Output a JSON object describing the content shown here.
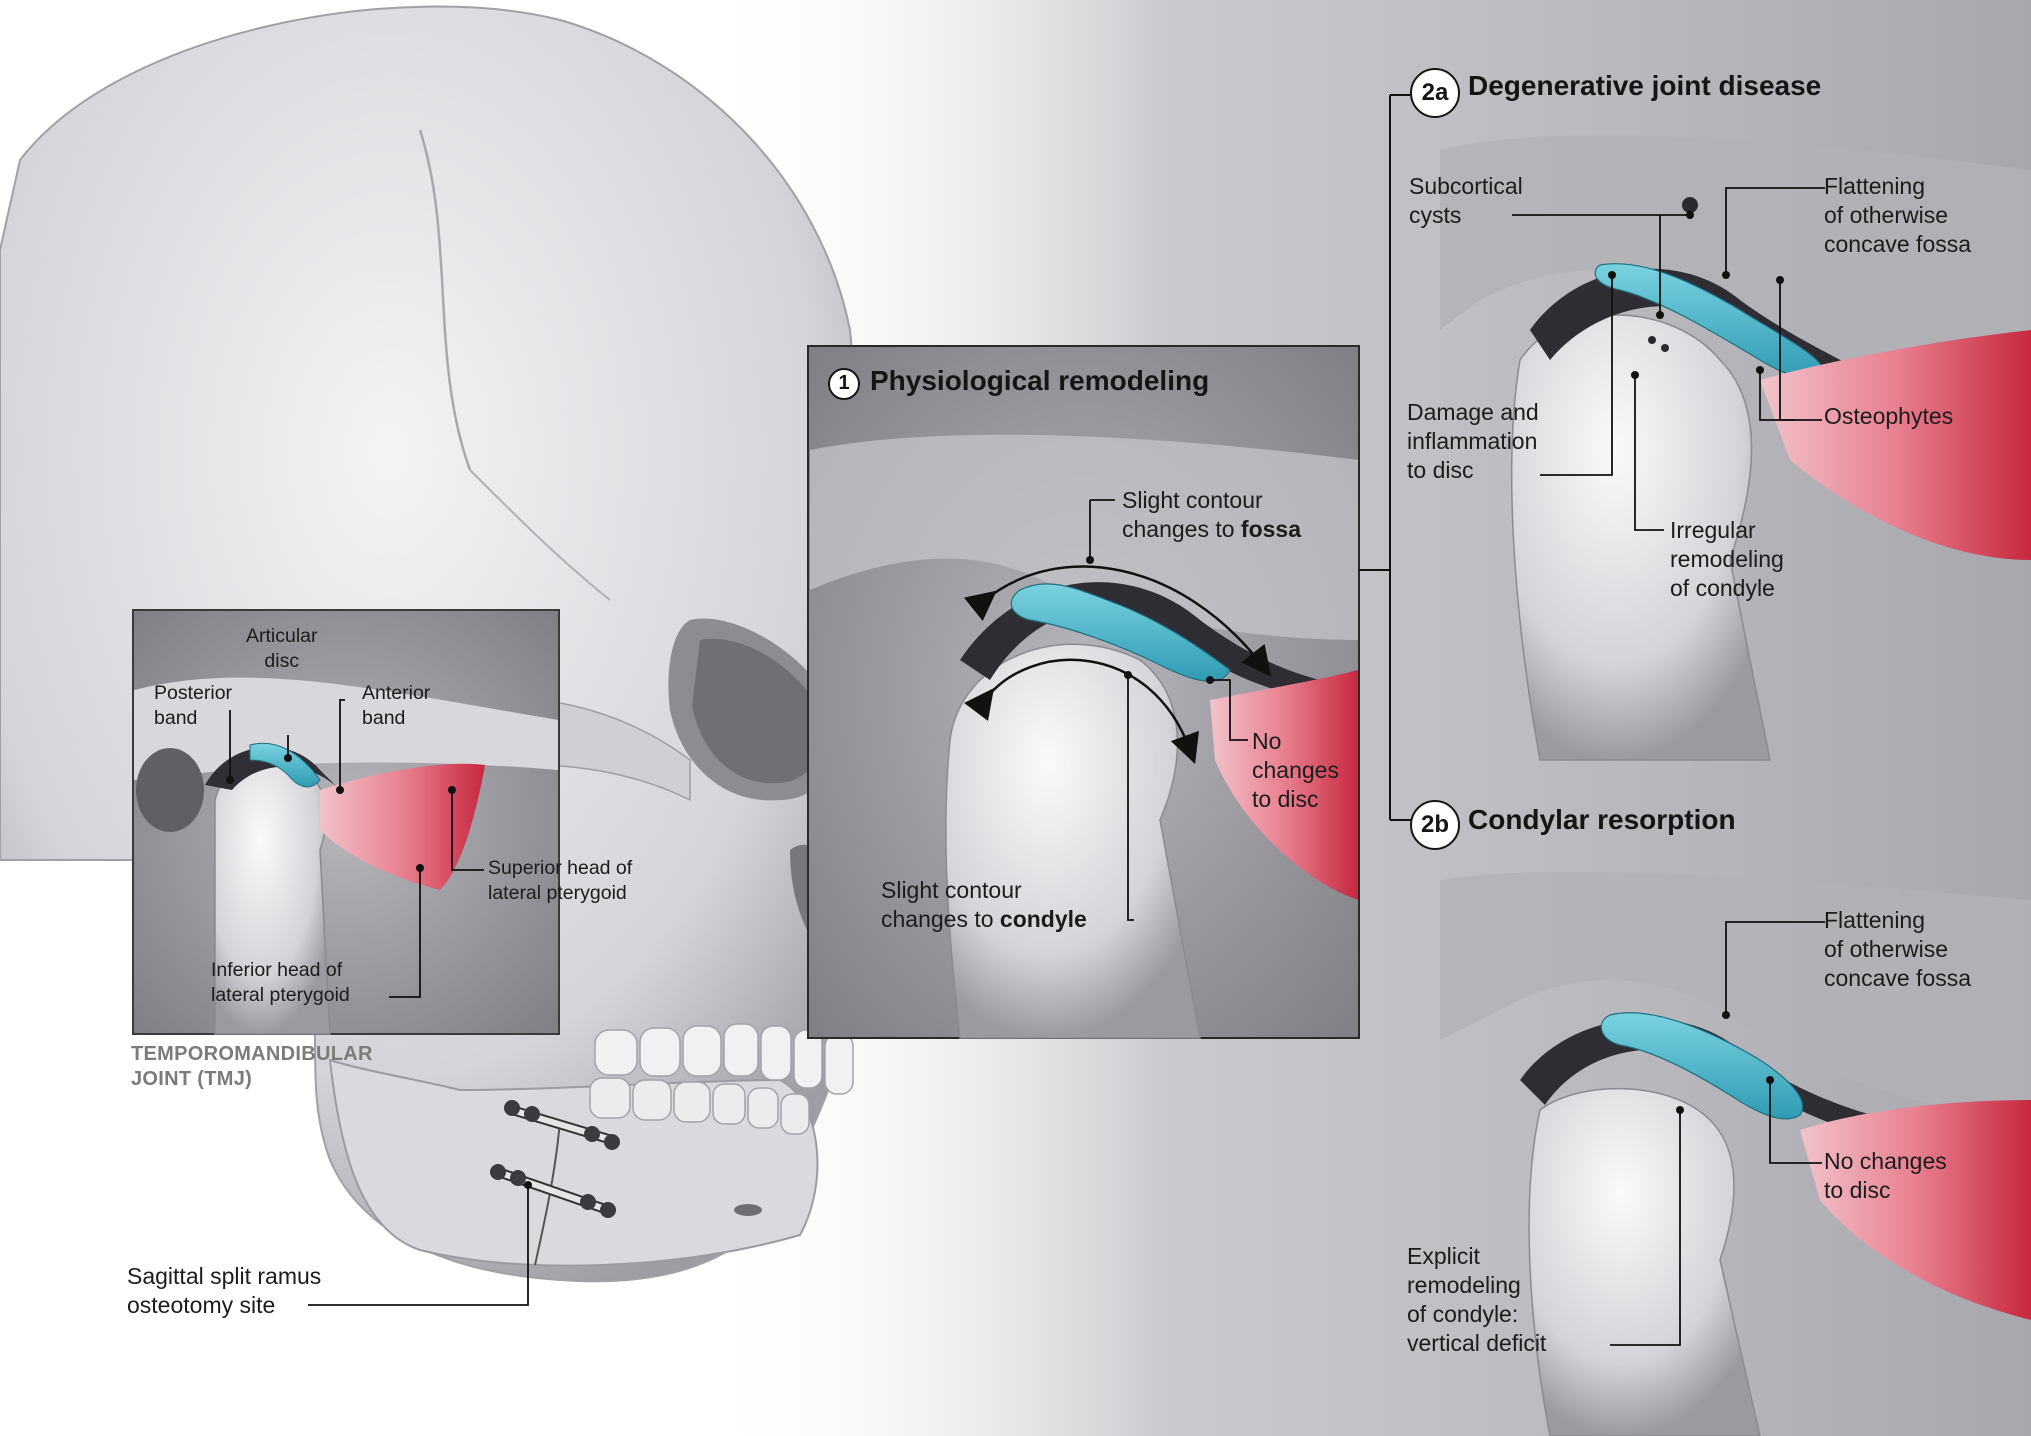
{
  "panels": {
    "physiological": {
      "number": "1",
      "title": "Physiological remodeling"
    },
    "degenerative": {
      "number": "2a",
      "title": "Degenerative joint disease"
    },
    "resorption": {
      "number": "2b",
      "title": "Condylar resorption"
    }
  },
  "labels": {
    "fossa_contour_pre": "Slight contour\nchanges to ",
    "fossa_contour_bold": "fossa",
    "condyle_contour_pre": "Slight contour\nchanges to ",
    "condyle_contour_bold": "condyle",
    "no_changes_disc_1": "No\nchanges\nto disc",
    "subcortical_cysts": "Subcortical\ncysts",
    "flattening_2a": "Flattening\nof otherwise\nconcave fossa",
    "osteophytes": "Osteophytes",
    "damage_disc": "Damage and\ninflammation\nto disc",
    "irregular_remodeling": "Irregular\nremodeling\nof condyle",
    "flattening_2b": "Flattening\nof otherwise\nconcave fossa",
    "no_changes_disc_2b": "No changes\nto disc",
    "explicit_remodeling": "Explicit\nremodeling\nof condyle:\nvertical deficit",
    "sagittal_split": "Sagittal split ramus\nosteotomy site"
  },
  "tmj_inset": {
    "articular_disc": "Articular\ndisc",
    "posterior_band": "Posterior\nband",
    "anterior_band": "Anterior\nband",
    "superior_head": "Superior head of\nlateral pterygoid",
    "inferior_head": "Inferior head of\nlateral pterygoid",
    "caption": "TEMPOROMANDIBULAR\nJOINT (TMJ)"
  },
  "colors": {
    "disc": "#3fb2c8",
    "muscle": "#d0364c",
    "bone": "#dcdce0",
    "panel_bg": "#8f8f95"
  }
}
